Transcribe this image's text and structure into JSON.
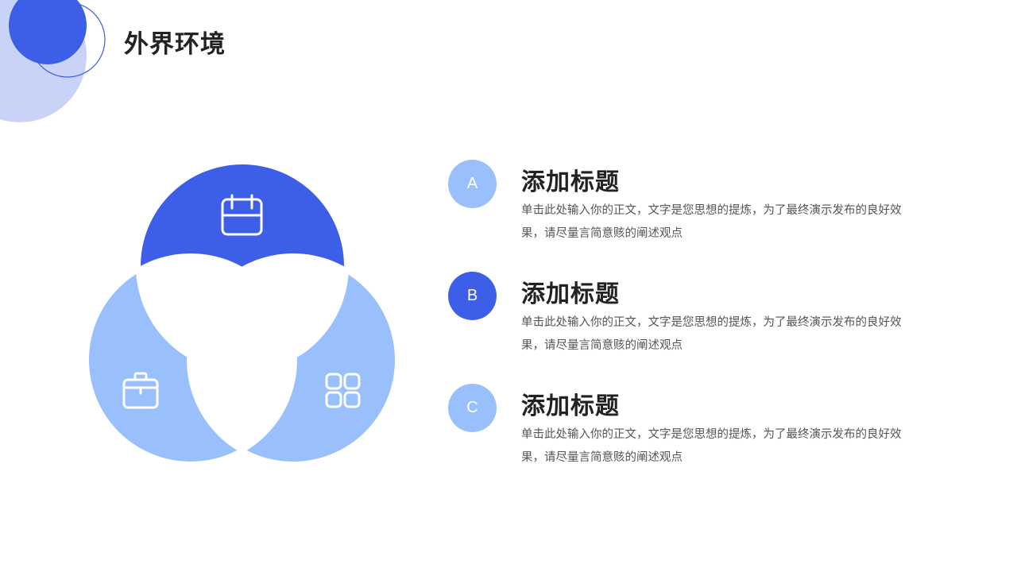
{
  "header": {
    "title": "外界环境"
  },
  "colors": {
    "primary": "#3d5ee6",
    "light": "#99c0fd",
    "pale": "#c9d3f8",
    "text": "#222222"
  },
  "diagram": {
    "segments": [
      {
        "position": "top",
        "icon": "calendar-icon",
        "color": "#3d5ee6"
      },
      {
        "position": "bottom-left",
        "icon": "briefcase-icon",
        "color": "#99c0fd"
      },
      {
        "position": "bottom-right",
        "icon": "grid-icon",
        "color": "#99c0fd"
      }
    ]
  },
  "items": [
    {
      "badge": "A",
      "badge_color": "#99c0fd",
      "title": "添加标题",
      "body": "单击此处输入你的正文，文字是您思想的提炼，为了最终演示发布的良好效果，请尽量言简意赅的阐述观点"
    },
    {
      "badge": "B",
      "badge_color": "#3d5ee6",
      "title": "添加标题",
      "body": "单击此处输入你的正文，文字是您思想的提炼，为了最终演示发布的良好效果，请尽量言简意赅的阐述观点"
    },
    {
      "badge": "C",
      "badge_color": "#99c0fd",
      "title": "添加标题",
      "body": "单击此处输入你的正文，文字是您思想的提炼，为了最终演示发布的良好效果，请尽量言简意赅的阐述观点"
    }
  ]
}
